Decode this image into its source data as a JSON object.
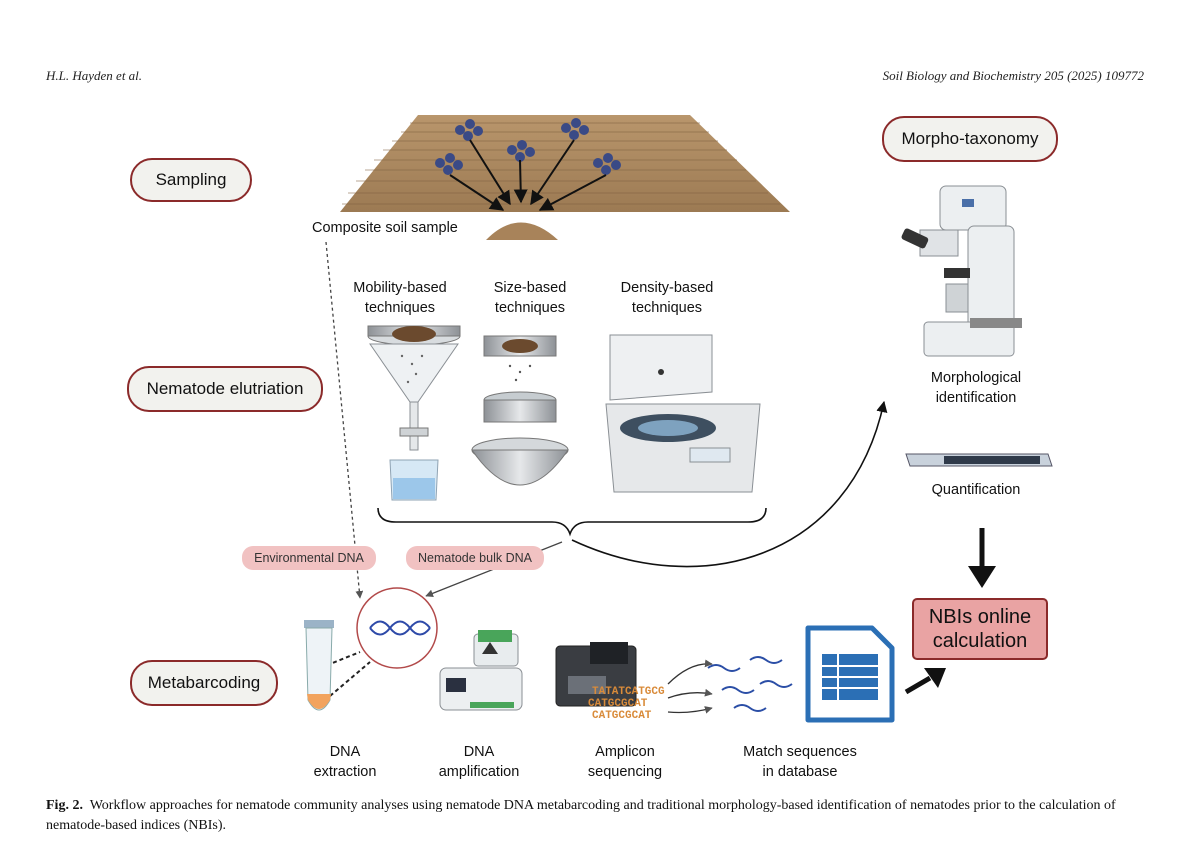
{
  "header": {
    "authors": "H.L. Hayden et al.",
    "journal": "Soil Biology and Biochemistry 205 (2025) 109772"
  },
  "stages": {
    "sampling": "Sampling",
    "elutriation": "Nematode elutriation",
    "metabarcoding": "Metabarcoding",
    "morpho": "Morpho-taxonomy"
  },
  "labels": {
    "composite": "Composite soil sample",
    "mobility_1": "Mobility-based",
    "mobility_2": "techniques",
    "size_1": "Size-based",
    "size_2": "techniques",
    "density_1": "Density-based",
    "density_2": "techniques",
    "morph_1": "Morphological",
    "morph_2": "identification",
    "quant": "Quantification",
    "dna_ext_1": "DNA",
    "dna_ext_2": "extraction",
    "dna_amp_1": "DNA",
    "dna_amp_2": "amplification",
    "amplicon_1": "Amplicon",
    "amplicon_2": "sequencing",
    "match_1": "Match sequences",
    "match_2": "in database",
    "nbi_1": "NBIs online",
    "nbi_2": "calculation"
  },
  "tags": {
    "env_dna": "Environmental DNA",
    "bulk_dna": "Nematode bulk DNA"
  },
  "sequences": {
    "line1": "CATGCGCAT",
    "line2": "TATATCATGCG",
    "line3": "CATGCGCAT"
  },
  "caption": {
    "label": "Fig. 2.",
    "text": "Workflow approaches for nematode community analyses using nematode DNA metabarcoding and traditional morphology-based identification of nematodes prior to the calculation of nematode-based indices (NBIs)."
  }
}
